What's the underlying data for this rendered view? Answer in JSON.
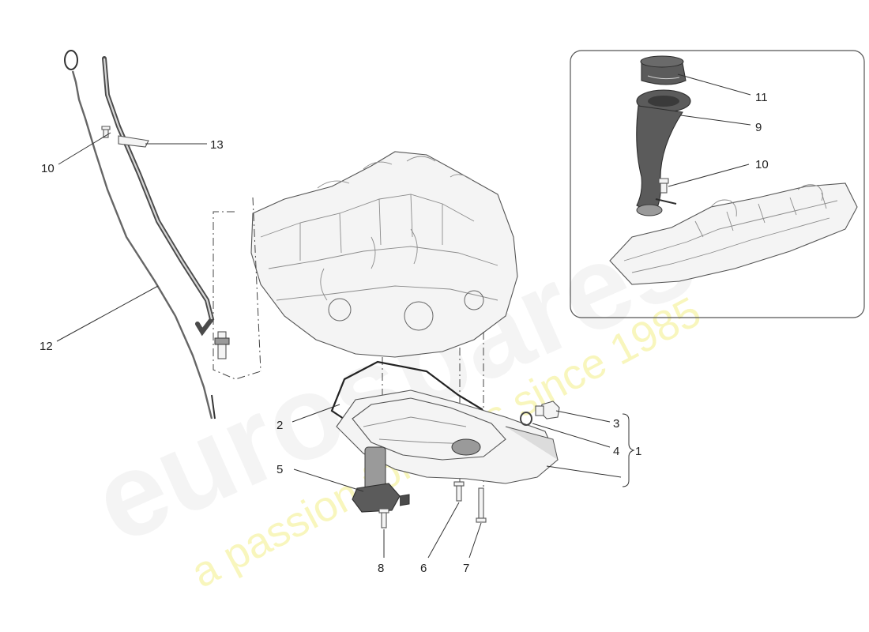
{
  "watermark": {
    "logo": "eurospares",
    "tagline": "a passion for parts since 1985"
  },
  "callouts": {
    "c1": "1",
    "c2": "2",
    "c3": "3",
    "c4": "4",
    "c5": "5",
    "c6": "6",
    "c7": "7",
    "c8": "8",
    "c9": "9",
    "c10a": "10",
    "c10b": "10",
    "c11": "11",
    "c12": "12",
    "c13": "13"
  },
  "colors": {
    "line": "#333333",
    "part_light": "#f4f4f4",
    "part_dark": "#5b5b5b",
    "watermark_text": "#ececec",
    "watermark_tagline": "#f4f088"
  }
}
